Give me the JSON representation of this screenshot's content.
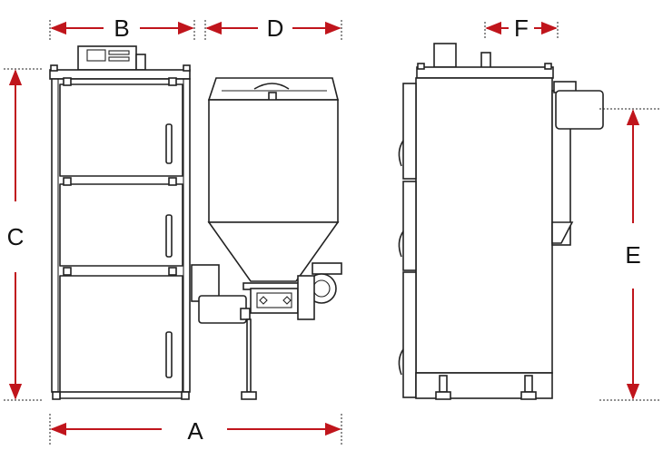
{
  "diagram": {
    "accent_color": "#c0151c",
    "line_color": "#222222",
    "labels": {
      "a": "A",
      "b": "B",
      "c": "C",
      "d": "D",
      "e": "E",
      "f": "F"
    }
  }
}
